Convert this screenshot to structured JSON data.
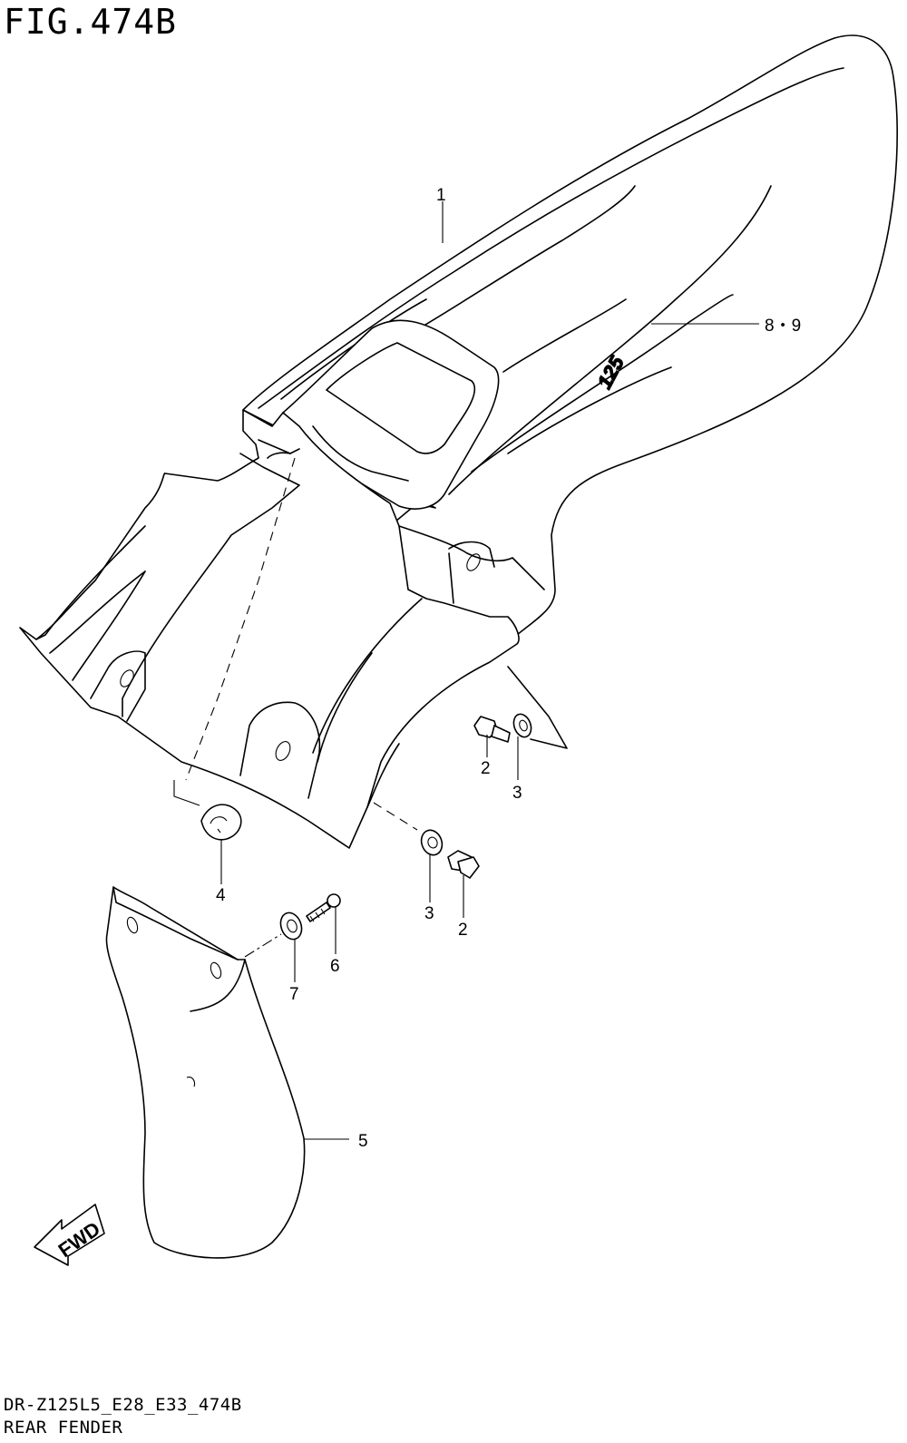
{
  "figure": {
    "title": "FIG.474B",
    "code": "DR-Z125L5_E28_E33_474B",
    "name": "REAR FENDER"
  },
  "callouts": [
    {
      "id": "c1",
      "label": "1"
    },
    {
      "id": "c89",
      "label": "8・9"
    },
    {
      "id": "c2a",
      "label": "2"
    },
    {
      "id": "c3a",
      "label": "3"
    },
    {
      "id": "c4",
      "label": "4"
    },
    {
      "id": "c3b",
      "label": "3"
    },
    {
      "id": "c2b",
      "label": "2"
    },
    {
      "id": "c6",
      "label": "6"
    },
    {
      "id": "c7",
      "label": "7"
    },
    {
      "id": "c5",
      "label": "5"
    }
  ],
  "decal_text": "125",
  "direction_marker": "FWD"
}
